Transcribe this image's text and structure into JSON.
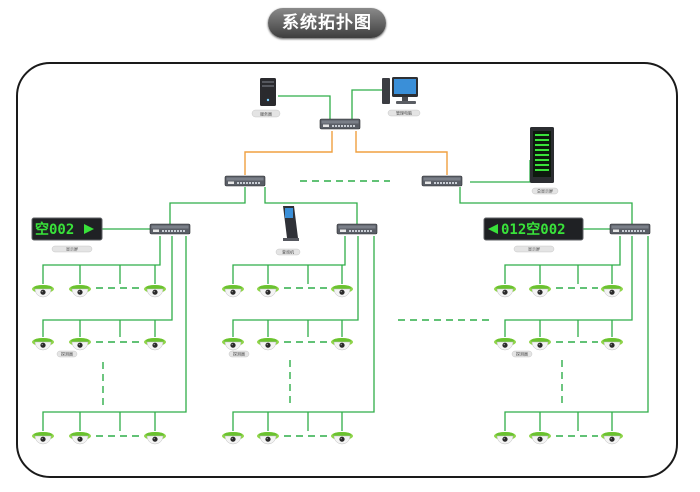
{
  "title": "系统拓扑图",
  "led_left": "空002",
  "led_right": "012空002",
  "labels": {
    "server": "服务器",
    "pc": "管理电脑",
    "kiosk": "查询机",
    "big_screen": "总显示屏",
    "panel_left": "显示屏",
    "panel_right": "显示屏",
    "detector_left": "探测器",
    "detector_mid": "探测器",
    "detector_right": "探测器"
  },
  "colors": {
    "link_green": "#2fae49",
    "link_orange": "#f0a040",
    "led_green": "#39e23a",
    "frame": "#1a1a1a"
  }
}
